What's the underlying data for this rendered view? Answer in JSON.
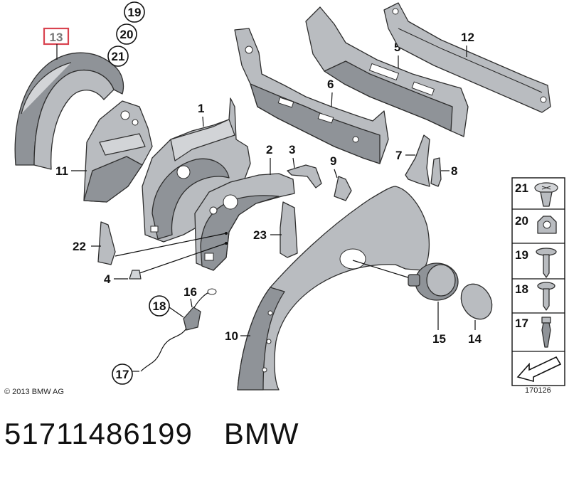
{
  "copyright": "© 2013 BMW AG",
  "diagram_id": "170126",
  "caption": {
    "part_number": "51711486199",
    "brand": "BMW"
  },
  "callouts": {
    "c1": "1",
    "c2": "2",
    "c3": "3",
    "c4": "4",
    "c5": "5",
    "c6": "6",
    "c7": "7",
    "c8": "8",
    "c9": "9",
    "c10": "10",
    "c11": "11",
    "c12": "12",
    "c13": "13",
    "c14": "14",
    "c15": "15",
    "c16": "16",
    "c17": "17",
    "c18": "18",
    "c19": "19",
    "c20": "20",
    "c21": "21",
    "c22": "22",
    "c23": "23"
  },
  "legend": {
    "l21": "21",
    "l20": "20",
    "l19": "19",
    "l18": "18",
    "l17": "17"
  },
  "highlight_color": "#d9434f"
}
